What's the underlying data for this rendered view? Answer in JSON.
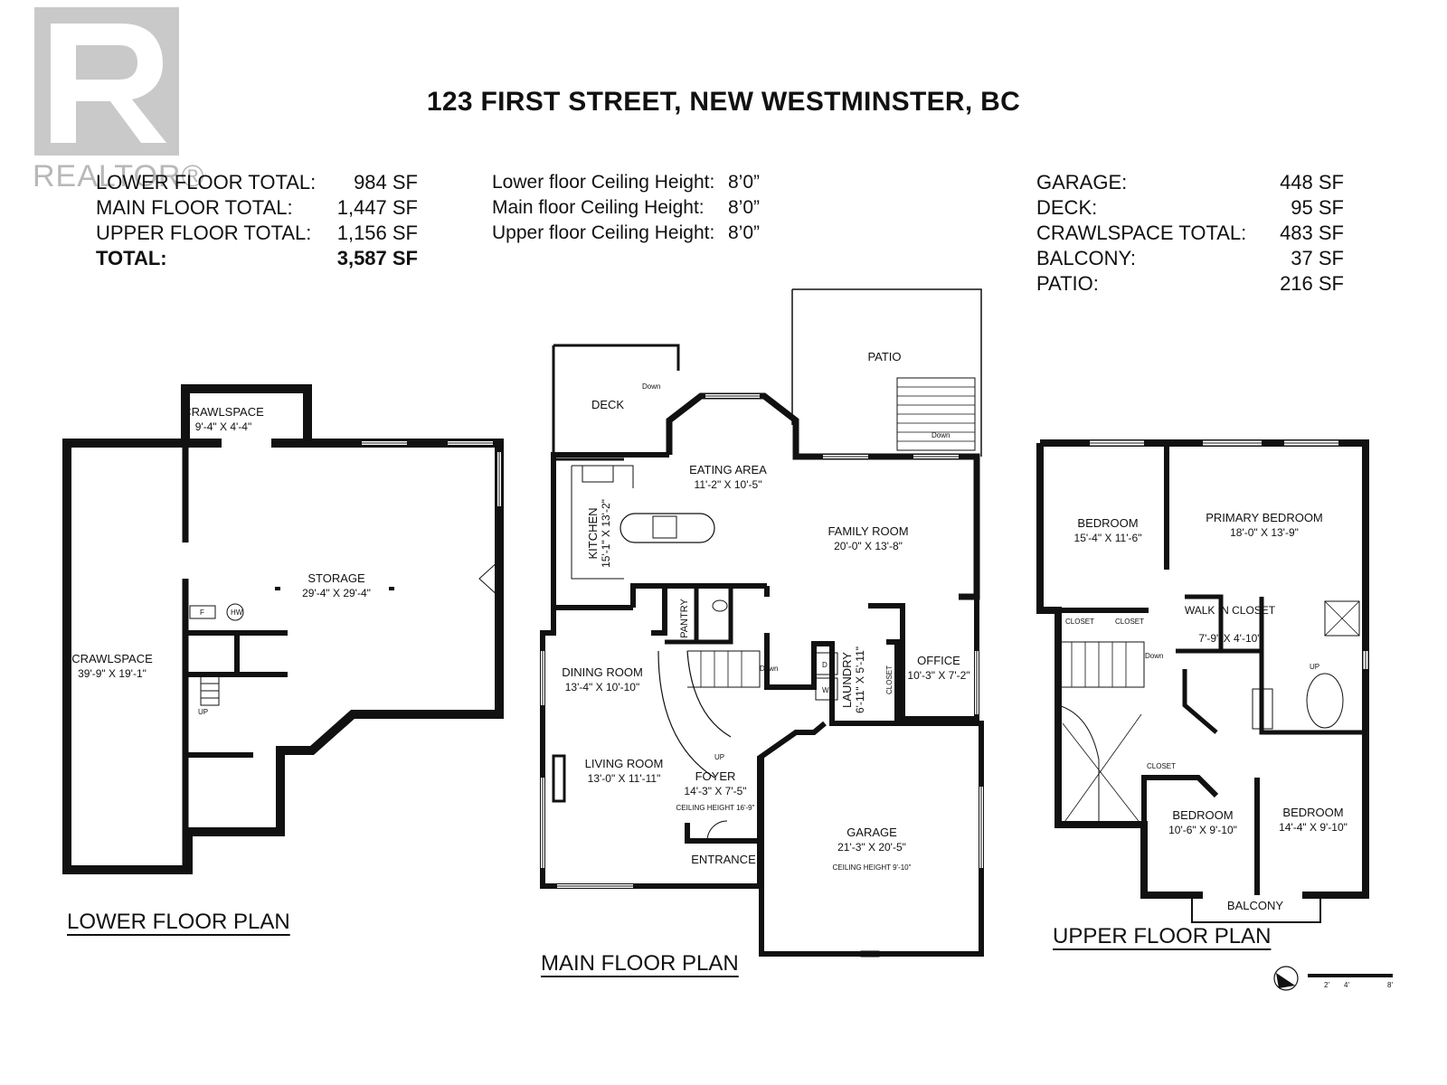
{
  "title": "123 FIRST STREET, NEW WESTMINSTER, BC",
  "logo": {
    "text": "REALTOR®",
    "icon": "realtor-r-logo"
  },
  "floor_totals": [
    {
      "label": "LOWER FLOOR TOTAL:",
      "value": "984 SF"
    },
    {
      "label": "MAIN FLOOR TOTAL:",
      "value": "1,447 SF"
    },
    {
      "label": "UPPER FLOOR TOTAL:",
      "value": "1,156 SF"
    },
    {
      "label": "TOTAL:",
      "value": "3,587 SF"
    }
  ],
  "ceiling_heights": [
    {
      "label": "Lower floor Ceiling Height:",
      "value": "8’0”"
    },
    {
      "label": "Main floor Ceiling Height:",
      "value": "8’0”"
    },
    {
      "label": "Upper floor Ceiling Height:",
      "value": "8’0”"
    }
  ],
  "other_areas": [
    {
      "label": "GARAGE:",
      "value": "448 SF"
    },
    {
      "label": "DECK:",
      "value": "95 SF"
    },
    {
      "label": "CRAWLSPACE TOTAL:",
      "value": "483 SF"
    },
    {
      "label": "BALCONY:",
      "value": "37 SF"
    },
    {
      "label": "PATIO:",
      "value": "216 SF"
    }
  ],
  "lower_plan": {
    "label": "LOWER FLOOR PLAN",
    "rooms": [
      {
        "name": "CRAWLSPACE",
        "dim": "9'-4\" X 4'-4\""
      },
      {
        "name": "STORAGE",
        "dim": "29'-4\" X 29'-4\""
      },
      {
        "name": "CRAWLSPACE",
        "dim": "39'-9\" X 19'-1\""
      }
    ],
    "marks": {
      "f": "F",
      "hw": "HW",
      "up": "UP"
    }
  },
  "main_plan": {
    "label": "MAIN FLOOR PLAN",
    "rooms": [
      {
        "name": "PATIO",
        "dim": ""
      },
      {
        "name": "DECK",
        "dim": ""
      },
      {
        "name": "EATING AREA",
        "dim": "11'-2\" X 10'-5\""
      },
      {
        "name": "FAMILY ROOM",
        "dim": "20'-0\" X 13'-8\""
      },
      {
        "name": "KITCHEN",
        "dim": "15'-1\" X 13'-2\""
      },
      {
        "name": "PANTRY",
        "dim": ""
      },
      {
        "name": "DINING ROOM",
        "dim": "13'-4\" X 10'-10\""
      },
      {
        "name": "LAUNDRY",
        "dim": "6'-11\" X 5'-11\""
      },
      {
        "name": "OFFICE",
        "dim": "10'-3\" X 7'-2\""
      },
      {
        "name": "LIVING ROOM",
        "dim": "13'-0\" X 11'-11\""
      },
      {
        "name": "FOYER",
        "dim": "14'-3\" X 7'-5\""
      },
      {
        "name": "GARAGE",
        "dim": "21'-3\" X 20'-5\""
      },
      {
        "name": "ENTRANCE",
        "dim": ""
      }
    ],
    "notes": {
      "foyer_ceiling": "CEILING HEIGHT 16'-9\"",
      "garage_ceiling": "CEILING HEIGHT 9'-10\"",
      "closet": "CLOSET",
      "down": "Down",
      "up": "UP",
      "dryer": "D",
      "washer": "W"
    }
  },
  "upper_plan": {
    "label": "UPPER FLOOR PLAN",
    "rooms": [
      {
        "name": "BEDROOM",
        "dim": "15'-4\" X 11'-6\""
      },
      {
        "name": "PRIMARY BEDROOM",
        "dim": "18'-0\" X 13'-9\""
      },
      {
        "name": "WALK IN CLOSET",
        "dim": "7'-9\" X 4'-10\""
      },
      {
        "name": "BEDROOM",
        "dim": "10'-6\" X 9'-10\""
      },
      {
        "name": "BEDROOM",
        "dim": "14'-4\" X 9'-10\""
      },
      {
        "name": "BALCONY",
        "dim": ""
      }
    ],
    "notes": {
      "closet": "CLOSET",
      "down": "Down",
      "up": "UP"
    }
  },
  "scale_bar": {
    "ticks": [
      "2'",
      "4'",
      "8'"
    ],
    "compass_icon": "north-arrow-icon"
  }
}
